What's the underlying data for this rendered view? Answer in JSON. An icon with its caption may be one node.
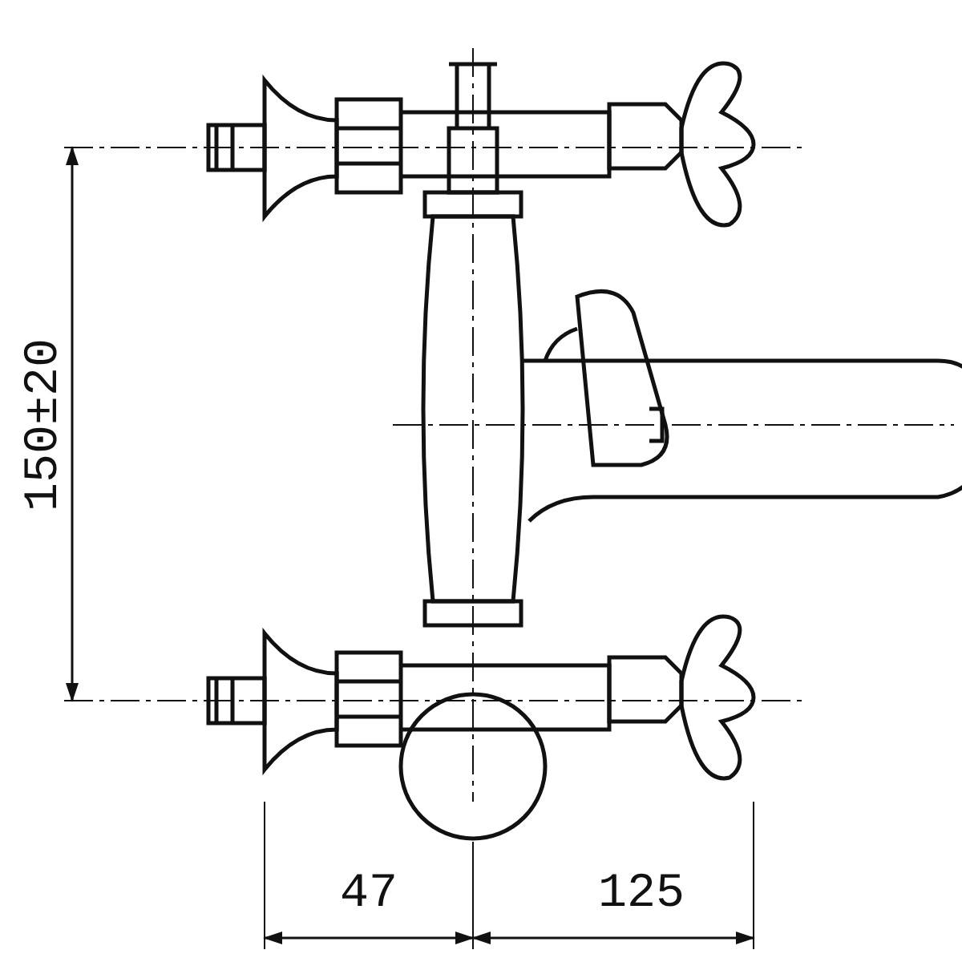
{
  "diagram": {
    "labels": [
      "150±20",
      "47",
      "125"
    ]
  }
}
